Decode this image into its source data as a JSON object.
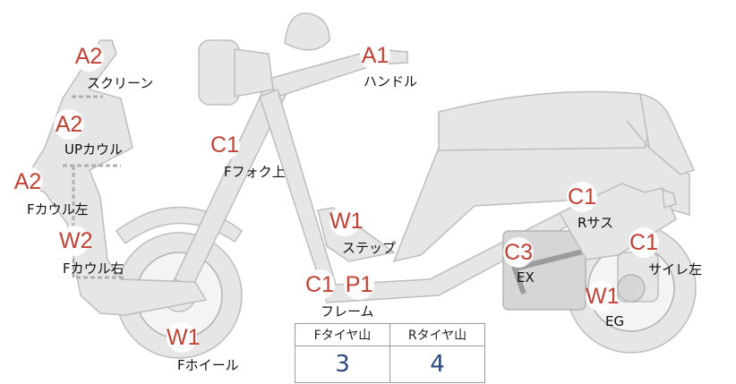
{
  "diagram": {
    "parts": [
      {
        "code": "A2",
        "label": "スクリーン"
      },
      {
        "code": "A2",
        "label": "UPカウル"
      },
      {
        "code": "A2",
        "label": "Fカウル左"
      },
      {
        "code": "W2",
        "label": "Fカウル右"
      },
      {
        "code": "W1",
        "label": "Fホイール"
      },
      {
        "code": "C1",
        "label": "Fフォク上"
      },
      {
        "code": "A1",
        "label": "ハンドル"
      },
      {
        "code": "W1",
        "label": "ステップ"
      },
      {
        "code": "C1",
        "label": ""
      },
      {
        "code": "P1",
        "label": "フレーム"
      },
      {
        "code": "C1",
        "label": "Rサス"
      },
      {
        "code": "C3",
        "label": "EX"
      },
      {
        "code": "C1",
        "label": "サイレ左"
      },
      {
        "code": "W1",
        "label": "EG"
      }
    ]
  },
  "tread_table": {
    "headers": [
      "Fタイヤ山",
      "Rタイヤ山"
    ],
    "values": [
      "3",
      "4"
    ]
  },
  "colors": {
    "marker_text": "#c0392b",
    "table_values": "#2c4a7e",
    "bike_fill": "#e6e6e6"
  }
}
